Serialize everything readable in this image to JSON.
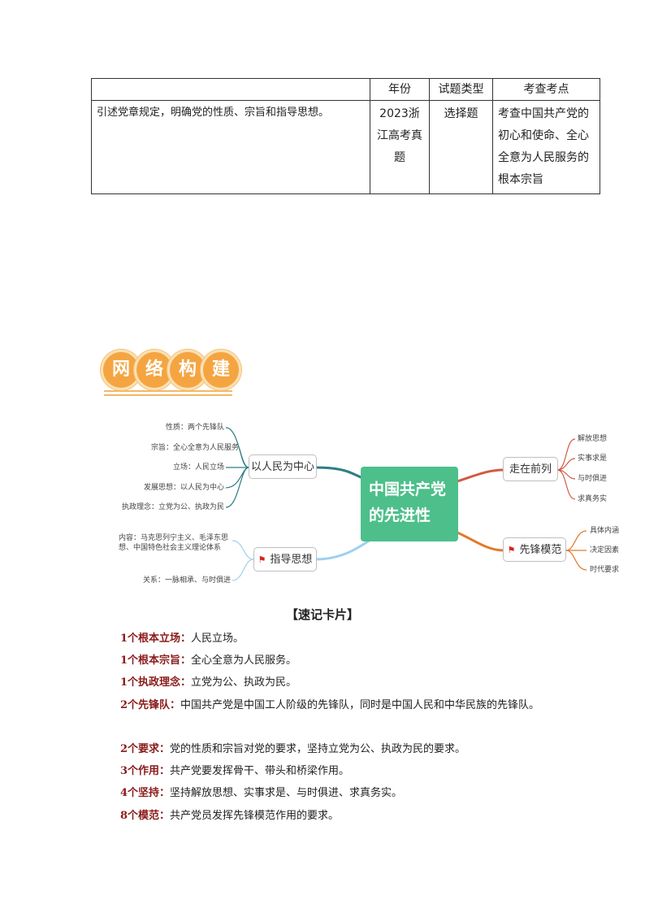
{
  "table": {
    "headers": [
      "",
      "年份",
      "试题类型",
      "考查考点"
    ],
    "row": {
      "description": "引述党章规定，明确党的性质、宗旨和指导思想。",
      "year": "2023浙江高考真题",
      "question_type": "选择题",
      "point": "考查中国共产党的初心和使命、全心全意为人民服务的根本宗旨"
    }
  },
  "banner": {
    "chars": [
      "网",
      "络",
      "构",
      "建"
    ],
    "color": "#f4a541"
  },
  "mindmap": {
    "center": "中国共产党的先进性",
    "branches": {
      "people": {
        "label": "以人民为中心",
        "color": "#2d7e86",
        "leaves": [
          "性质：两个先锋队",
          "宗旨：全心全意为人民服务",
          "立场：人民立场",
          "发展思想：以人民为中心",
          "执政理念：立党为公、执政为民"
        ]
      },
      "guide": {
        "label": "指导思想",
        "color": "#9fd0f0",
        "leaves": [
          "内容：马克思列宁主义、毛泽东思想、中国特色社会主义理论体系",
          "关系：一脉相承、与时俱进"
        ]
      },
      "front": {
        "label": "走在前列",
        "color": "#d25a45",
        "leaves": [
          "解放思想",
          "实事求是",
          "与时俱进",
          "求真务实"
        ]
      },
      "model": {
        "label": "先锋模范",
        "color": "#e07a2c",
        "leaves": [
          "具体内涵",
          "决定因素",
          "时代要求"
        ]
      }
    }
  },
  "cards": {
    "title": "【速记卡片】",
    "items": [
      {
        "term": "1个根本立场：",
        "text": "人民立场。"
      },
      {
        "term": "1个根本宗旨：",
        "text": "全心全意为人民服务。"
      },
      {
        "term": "1个执政理念：",
        "text": "立党为公、执政为民。"
      },
      {
        "term": "2个先锋队：",
        "text": "中国共产党是中国工人阶级的先锋队，同时是中国人民和中华民族的先锋队。"
      },
      {
        "term": "2个要求：",
        "text": "党的性质和宗旨对党的要求，坚持立党为公、执政为民的要求。"
      },
      {
        "term": "3个作用：",
        "text": "共产党要发挥骨干、带头和桥梁作用。"
      },
      {
        "term": "4个坚持：",
        "text": "坚持解放思想、实事求是、与时俱进、求真务实。"
      },
      {
        "term": "8个模范：",
        "text": "共产党员发挥先锋模范作用的要求。"
      }
    ]
  }
}
